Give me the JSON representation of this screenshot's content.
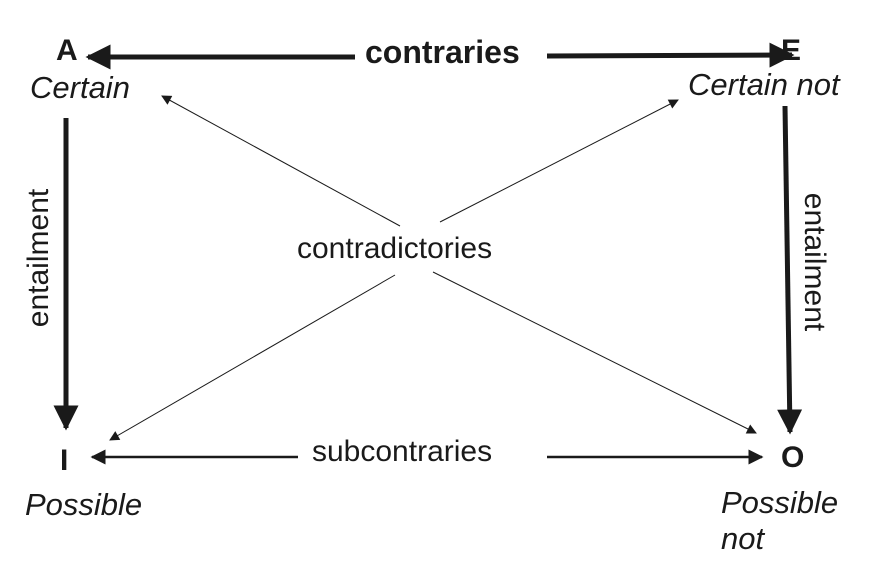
{
  "corners": {
    "a": {
      "letter": "A",
      "modality": "Certain"
    },
    "e": {
      "letter": "E",
      "modality": "Certain not"
    },
    "i": {
      "letter": "I",
      "modality": "Possible"
    },
    "o": {
      "letter": "O",
      "modality_line1": "Possible",
      "modality_line2": "not"
    }
  },
  "relations": {
    "top": "contraries",
    "left": "entailment",
    "right": "entailment",
    "center": "contradictories",
    "bottom": "subcontraries"
  },
  "colors": {
    "ink": "#1a1a1a",
    "background": "#ffffff"
  }
}
